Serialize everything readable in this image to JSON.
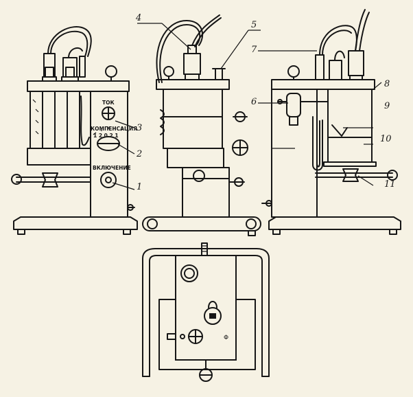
{
  "callouts": [
    {
      "n": "1"
    },
    {
      "n": "2"
    },
    {
      "n": "3"
    },
    {
      "n": "4"
    },
    {
      "n": "5"
    },
    {
      "n": "6"
    },
    {
      "n": "7"
    },
    {
      "n": "8"
    },
    {
      "n": "9"
    },
    {
      "n": "10"
    },
    {
      "n": "11"
    }
  ],
  "panel": {
    "tok": "ТОК",
    "compensation": "КОМПЕНСАЦИЯ",
    "scale": "1 2 0 2 1",
    "switching": "ВКЛЮЧЕНИЕ"
  },
  "colors": {
    "ink": "#161616",
    "paper": "#f6f2e4"
  }
}
